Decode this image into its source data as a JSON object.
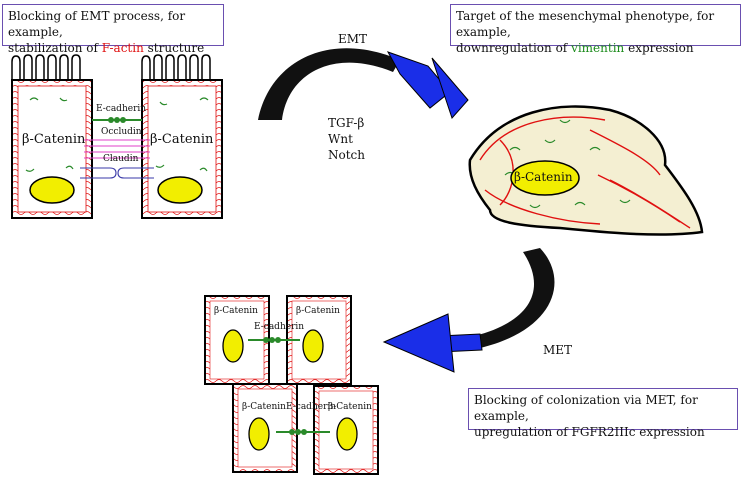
{
  "box_emt_block": {
    "line1": "Blocking of EMT process, for example,",
    "line2_pre": "stabilization of ",
    "line2_highlight": "F-actin",
    "line2_post": " structure"
  },
  "box_mesenchymal": {
    "line1": "Target of the mesenchymal phenotype, for example,",
    "line2_pre": "downregulation of ",
    "line2_highlight": "vimentin",
    "line2_post": " expression"
  },
  "box_met_block": {
    "line1": "Blocking of colonization via MET, for example,",
    "line2": "upregulation of FGFR2IIIc expression"
  },
  "emt_label": "EMT",
  "met_label": "MET",
  "signals": [
    "TGF-β",
    "Wnt",
    "Notch"
  ],
  "catenin_label": "β-Catenin",
  "junctions": {
    "ecadherin": "E-cadherin",
    "occludin": "Occludin",
    "claudin": "Claudin"
  },
  "colors": {
    "arrow_body": "#111111",
    "arrow_head": "#1a2ee8",
    "nucleus": "#f2ee00",
    "actin": "#e01010",
    "box_border": "#6a4fb0",
    "cytoplasm": "#f4efd2"
  }
}
